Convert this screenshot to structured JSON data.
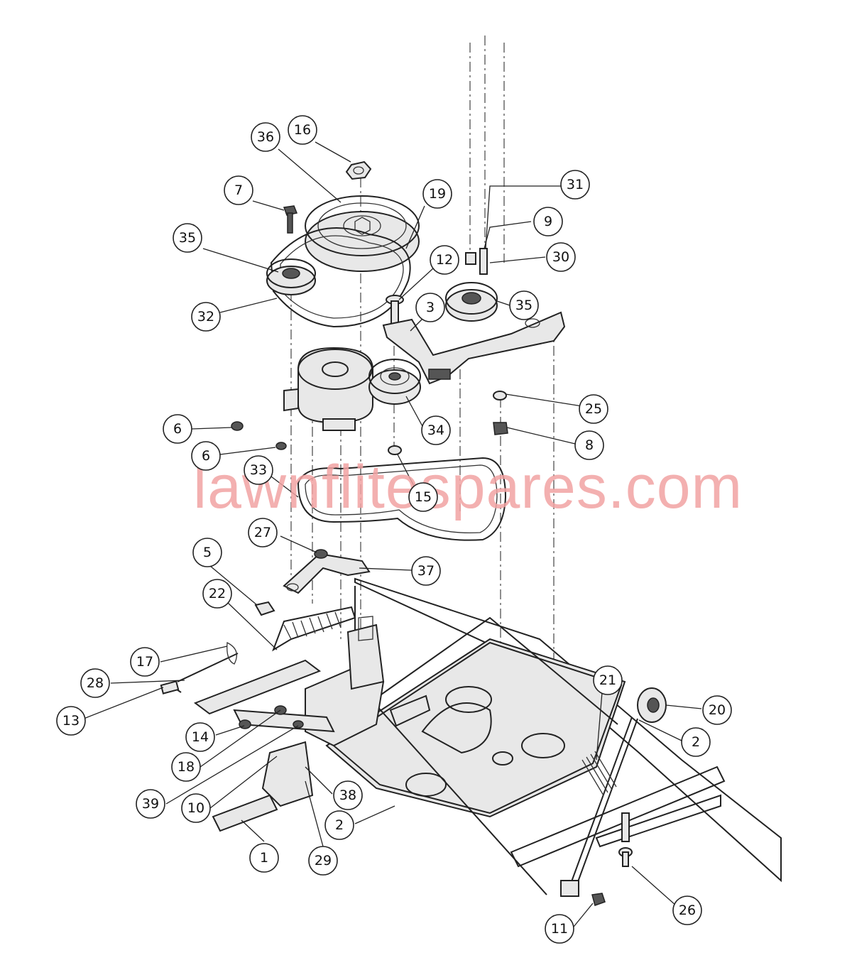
{
  "watermark": "lawnflitespares.com",
  "callouts": [
    {
      "label": "16"
    },
    {
      "label": "36"
    },
    {
      "label": "7"
    },
    {
      "label": "19"
    },
    {
      "label": "31"
    },
    {
      "label": "9"
    },
    {
      "label": "30"
    },
    {
      "label": "35"
    },
    {
      "label": "12"
    },
    {
      "label": "35"
    },
    {
      "label": "32"
    },
    {
      "label": "3"
    },
    {
      "label": "25"
    },
    {
      "label": "6"
    },
    {
      "label": "34"
    },
    {
      "label": "8"
    },
    {
      "label": "6"
    },
    {
      "label": "33"
    },
    {
      "label": "15"
    },
    {
      "label": "27"
    },
    {
      "label": "37"
    },
    {
      "label": "5"
    },
    {
      "label": "22"
    },
    {
      "label": "17"
    },
    {
      "label": "21"
    },
    {
      "label": "28"
    },
    {
      "label": "20"
    },
    {
      "label": "13"
    },
    {
      "label": "14"
    },
    {
      "label": "2"
    },
    {
      "label": "18"
    },
    {
      "label": "39"
    },
    {
      "label": "10"
    },
    {
      "label": "38"
    },
    {
      "label": "2"
    },
    {
      "label": "1"
    },
    {
      "label": "29"
    },
    {
      "label": "26"
    },
    {
      "label": "11"
    }
  ]
}
